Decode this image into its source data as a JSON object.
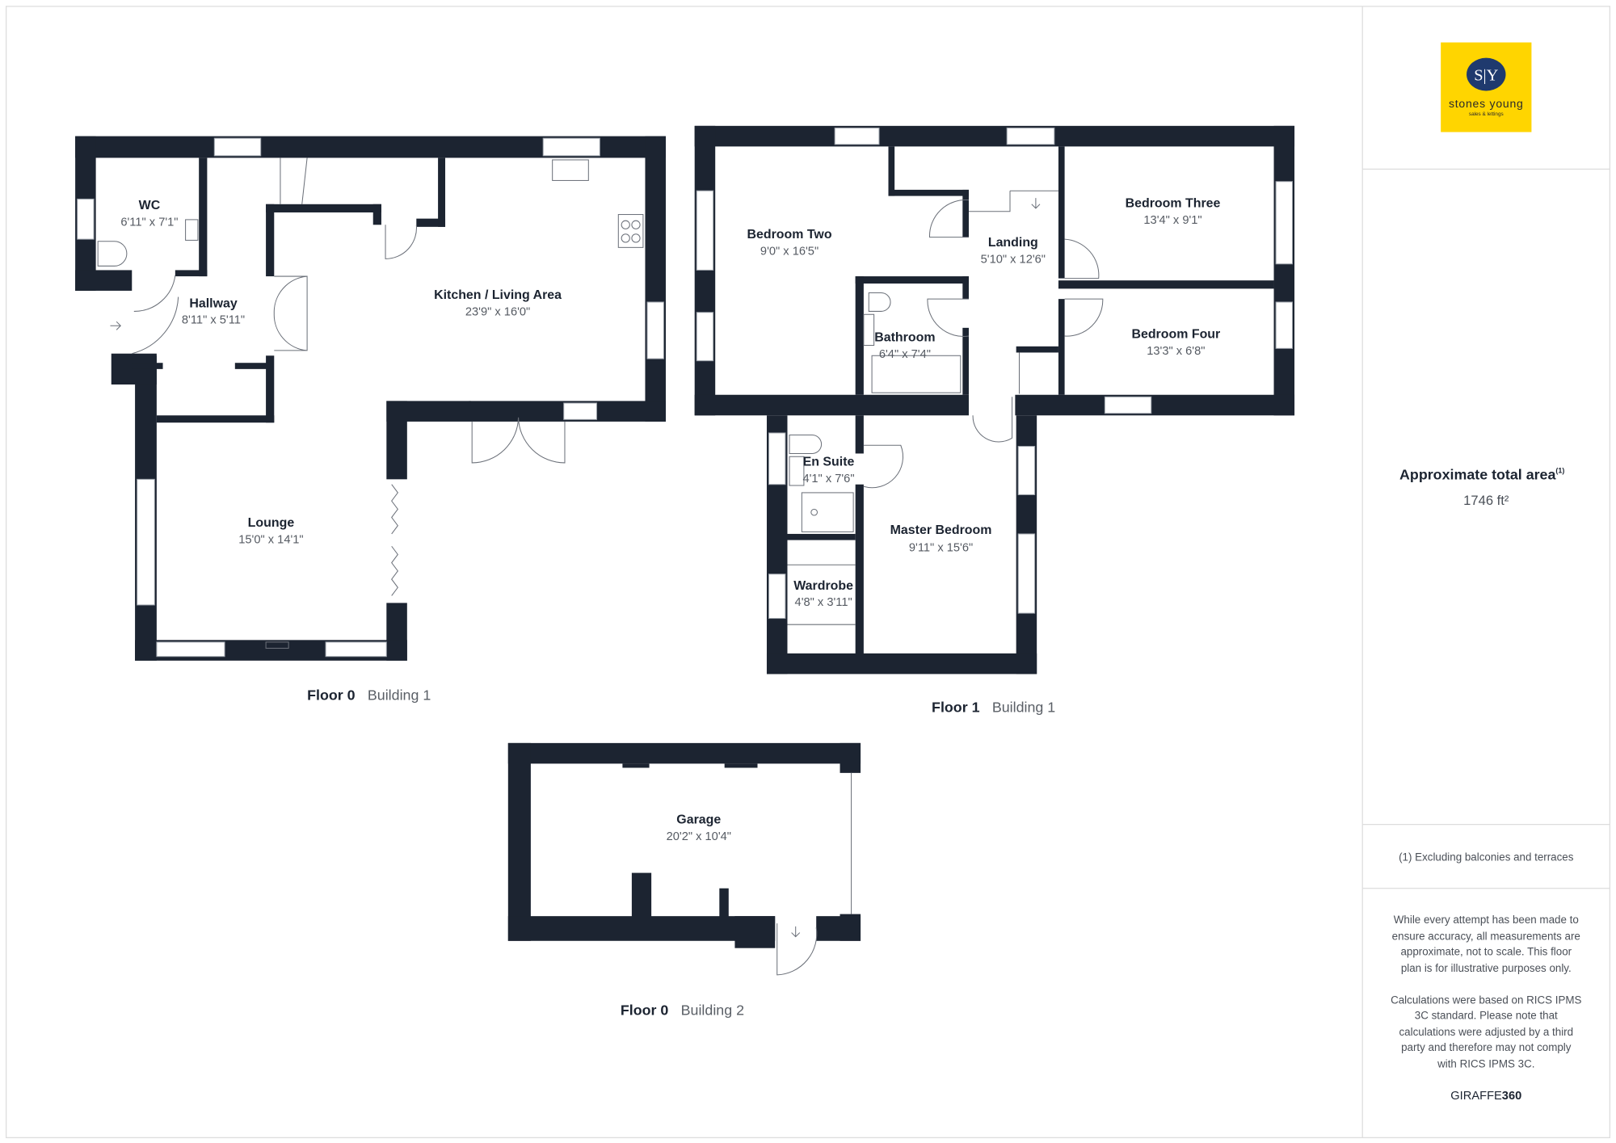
{
  "brand": {
    "logo_monogram": "S|Y",
    "logo_name": "stones young",
    "logo_tagline": "sales & lettings",
    "logo_bg": "#FFD500",
    "logo_circle": "#1f3a6e"
  },
  "floors": [
    {
      "floor": "Floor 0",
      "building": "Building 1",
      "rooms": [
        {
          "name": "WC",
          "dims": "6'11\" x 7'1\""
        },
        {
          "name": "Hallway",
          "dims": "8'11\" x 5'11\""
        },
        {
          "name": "Kitchen / Living Area",
          "dims": "23'9\" x 16'0\""
        },
        {
          "name": "Lounge",
          "dims": "15'0\" x 14'1\""
        }
      ]
    },
    {
      "floor": "Floor 1",
      "building": "Building 1",
      "rooms": [
        {
          "name": "Bedroom Two",
          "dims": "9'0\" x 16'5\""
        },
        {
          "name": "Landing",
          "dims": "5'10\" x 12'6\""
        },
        {
          "name": "Bedroom Three",
          "dims": "13'4\" x 9'1\""
        },
        {
          "name": "Bathroom",
          "dims": "6'4\" x 7'4\""
        },
        {
          "name": "Bedroom Four",
          "dims": "13'3\" x 6'8\""
        },
        {
          "name": "En Suite",
          "dims": "4'1\" x 7'6\""
        },
        {
          "name": "Master Bedroom",
          "dims": "9'11\" x 15'6\""
        },
        {
          "name": "Wardrobe",
          "dims": "4'8\" x 3'11\""
        }
      ]
    },
    {
      "floor": "Floor 0",
      "building": "Building 2",
      "rooms": [
        {
          "name": "Garage",
          "dims": "20'2\" x 10'4\""
        }
      ]
    }
  ],
  "summary": {
    "title": "Approximate total area",
    "footnote_mark": "(1)",
    "area": "1746 ft²"
  },
  "footnote": "(1) Excluding balconies and terraces",
  "disclaimer": [
    "While every attempt has been made to",
    "ensure accuracy, all measurements are",
    "approximate, not to scale. This floor",
    "plan is for illustrative purposes only.",
    "Calculations were based on RICS IPMS",
    "3C standard. Please note that",
    "calculations were adjusted by a third",
    "party and therefore may not comply",
    "with RICS IPMS 3C."
  ],
  "credit": {
    "part1": "GIRAFFE",
    "part2": "360"
  },
  "colors": {
    "wall": "#1c2431"
  }
}
